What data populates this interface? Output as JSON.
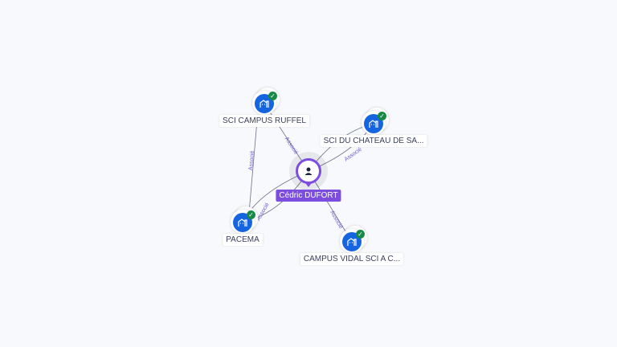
{
  "colors": {
    "accent": "#7c4ddf",
    "company": "#1565e0",
    "verified": "#188a47",
    "edge": "#6b7088"
  },
  "center": {
    "name": "Cédric DUFORT",
    "icon": "person-icon"
  },
  "companies": [
    {
      "name": "SCI CAMPUS RUFFEL",
      "icon": "building-icon",
      "verified": true
    },
    {
      "name": "SCI DU CHATEAU DE SA...",
      "icon": "building-icon",
      "verified": true
    },
    {
      "name": "PACEMA",
      "icon": "building-icon",
      "verified": true
    },
    {
      "name": "CAMPUS VIDAL SCI A C...",
      "icon": "building-icon",
      "verified": true
    }
  ],
  "edges": [
    {
      "label": "Associé"
    },
    {
      "label": "Associé"
    },
    {
      "label": "Associé"
    },
    {
      "label": "Associé"
    },
    {
      "label": "Associé"
    }
  ]
}
